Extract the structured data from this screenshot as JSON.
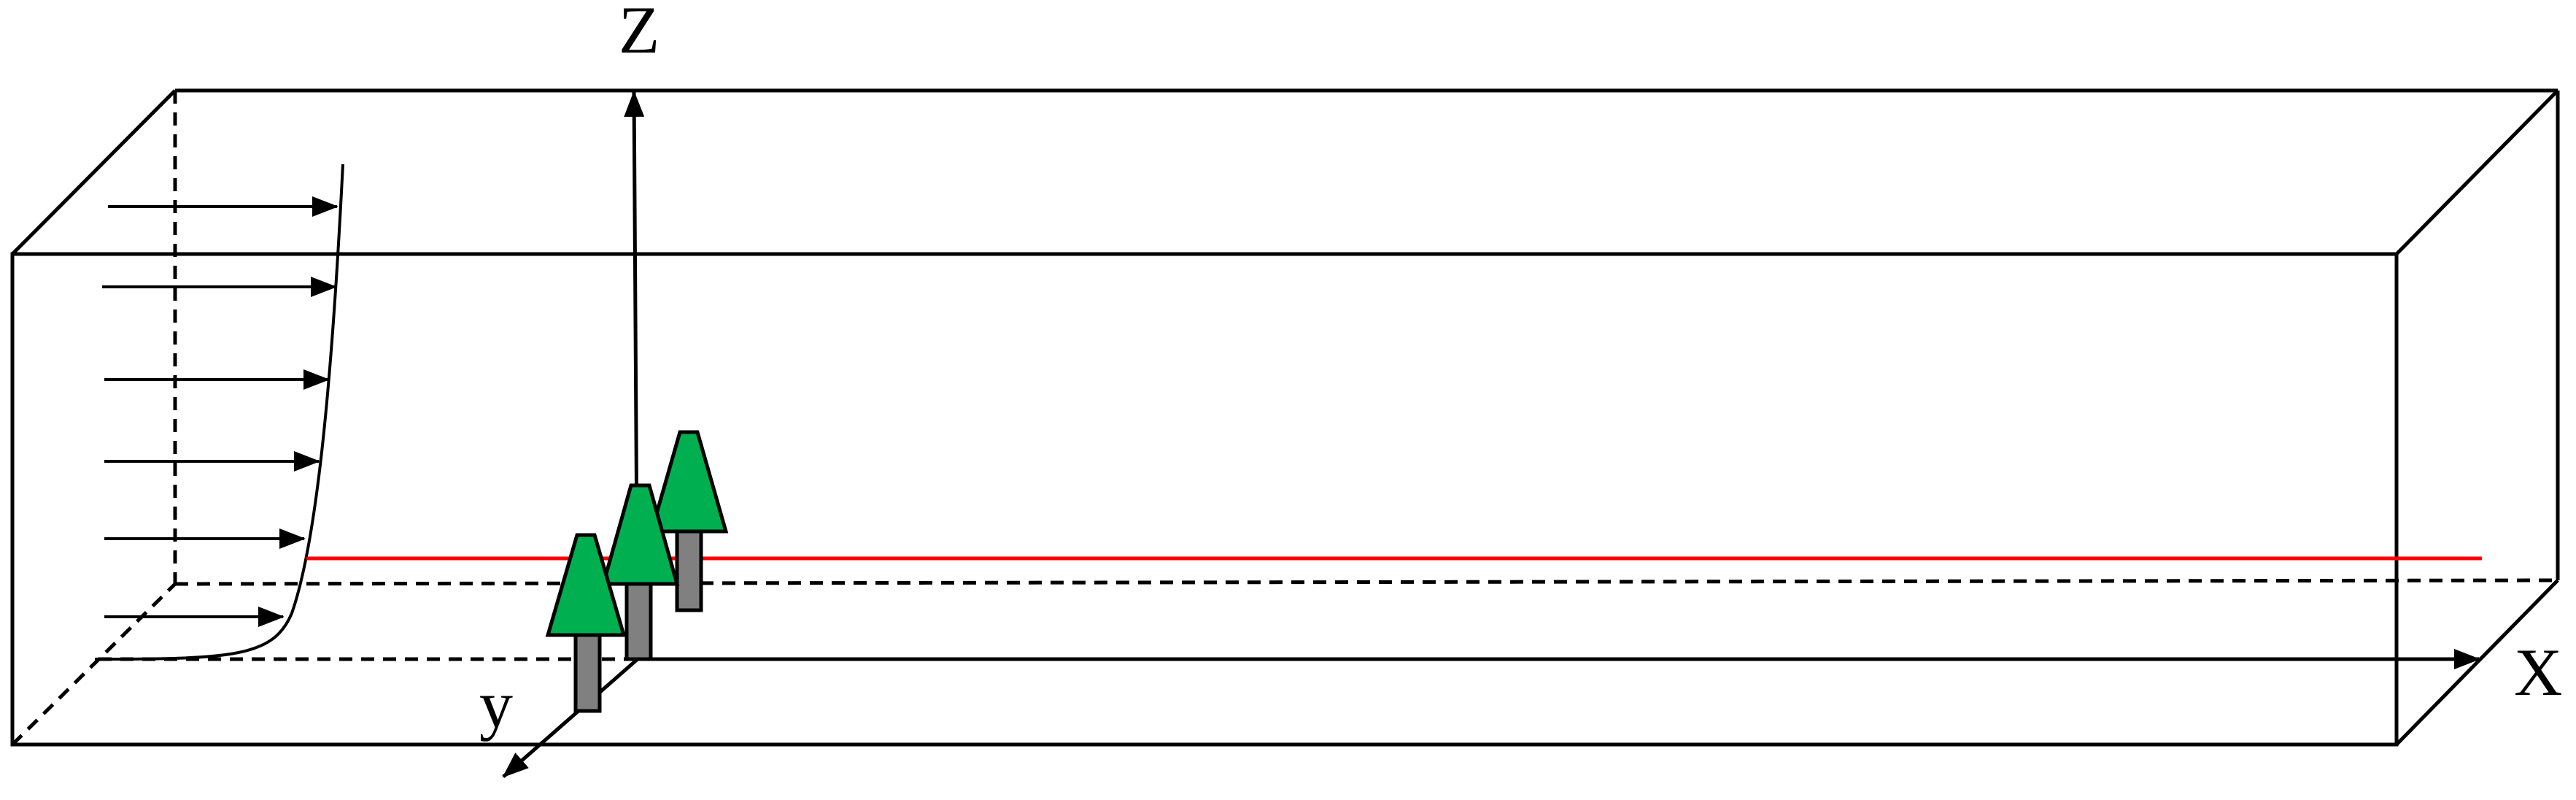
{
  "axes": {
    "z_label": "Z",
    "y_label": "y",
    "x_label": "X"
  },
  "colors": {
    "line": "#000000",
    "tree_crown": "#00b050",
    "tree_trunk": "#808080",
    "reference_line": "#ff0000"
  },
  "icons": [
    "wind-arrow-icon",
    "tree-icon"
  ]
}
